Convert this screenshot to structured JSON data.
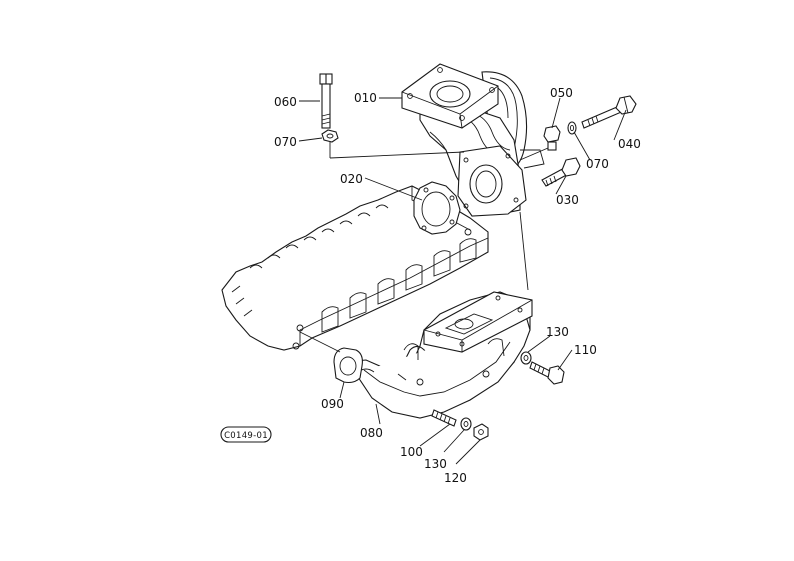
{
  "labels": {
    "p010": "010",
    "p020": "020",
    "p030": "030",
    "p040": "040",
    "p050": "050",
    "p060": "060",
    "p070_left": "070",
    "p070_right": "070",
    "p080_center": "080",
    "p090": "090",
    "p100": "100",
    "p110": "110",
    "p120": "120",
    "p130_upper": "130",
    "p130_lower": "130"
  },
  "figure_code": "C0149-01"
}
